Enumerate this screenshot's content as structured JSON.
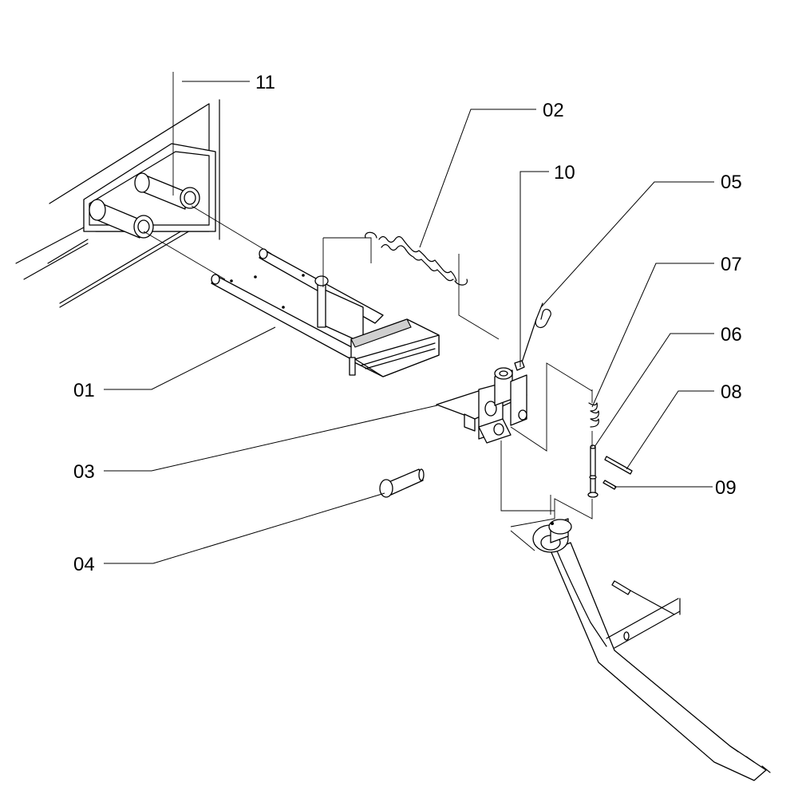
{
  "callouts": {
    "c01": "01",
    "c02": "02",
    "c03": "03",
    "c04": "04",
    "c05": "05",
    "c06": "06",
    "c07": "07",
    "c08": "08",
    "c09": "09",
    "c10": "10",
    "c11": "11"
  }
}
